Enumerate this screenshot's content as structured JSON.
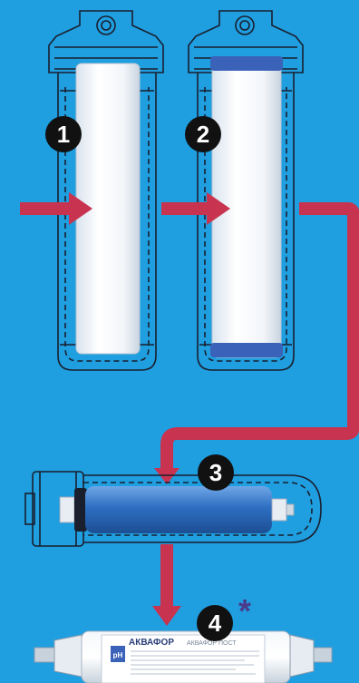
{
  "colors": {
    "background": "#1f9ee0",
    "flow_arrow": "#c8334f",
    "outline": "#1a1f2e",
    "badge_fill": "#111111",
    "badge_text": "#ffffff",
    "asterisk": "#4b3a8c",
    "cap_blue": "#3a62b8",
    "membrane_blue": "#2e6fc2"
  },
  "stages": [
    {
      "number": "1",
      "kind": "sediment-cartridge"
    },
    {
      "number": "2",
      "kind": "carbon-block-cartridge"
    },
    {
      "number": "3",
      "kind": "ro-membrane"
    },
    {
      "number": "4",
      "kind": "post-filter-cartridge"
    }
  ],
  "note_marker": "*",
  "post_filter_label": {
    "brand": "АКВАФОР",
    "model": "АКВАФОР ПОСТ",
    "code": "pH"
  },
  "icons": {
    "flow": "arrow-right-icon",
    "flow_down": "arrow-down-icon"
  }
}
